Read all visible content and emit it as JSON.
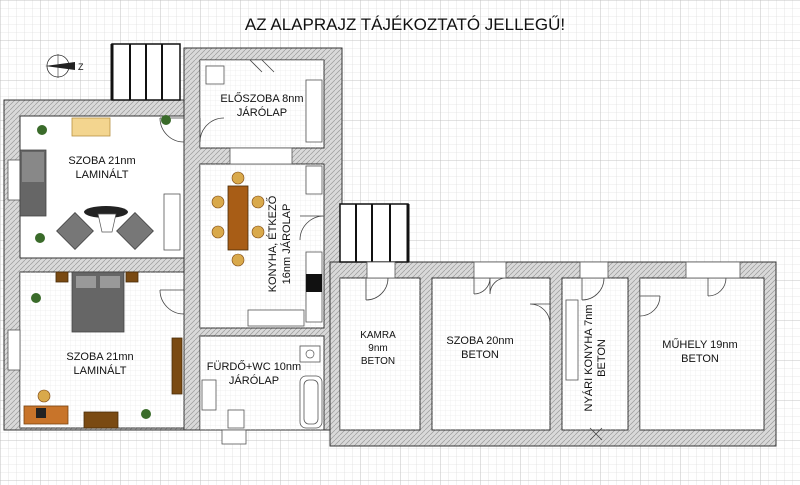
{
  "title": "AZ ALAPRAJZ TÁJÉKOZTATÓ JELLEGŰ!",
  "compass_letter": "Z",
  "rooms": [
    {
      "id": "eloszoba",
      "lines": [
        "ELŐSZOBA 8nm",
        "JÁRÓLAP"
      ]
    },
    {
      "id": "szoba1",
      "lines": [
        "SZOBA 21nm",
        "LAMINÁLT"
      ]
    },
    {
      "id": "konyha",
      "lines": [
        "KONYHA, ÉTKEZŐ",
        "16nm JÁROLAP"
      ]
    },
    {
      "id": "szoba2",
      "lines": [
        "SZOBA 21mn",
        "LAMINÁLT"
      ]
    },
    {
      "id": "furdo",
      "lines": [
        "FÜRDŐ+WC 10nm",
        "JÁRÓLAP"
      ]
    },
    {
      "id": "kamra",
      "lines": [
        "KAMRA",
        "9nm",
        "BETON"
      ]
    },
    {
      "id": "szoba3",
      "lines": [
        "SZOBA 20nm",
        "BETON"
      ]
    },
    {
      "id": "nyari",
      "lines": [
        "NYÁRI KONYHA 7nm",
        "BETON"
      ]
    },
    {
      "id": "muhely",
      "lines": [
        "MŰHELY 19nm",
        "BETON"
      ]
    }
  ]
}
